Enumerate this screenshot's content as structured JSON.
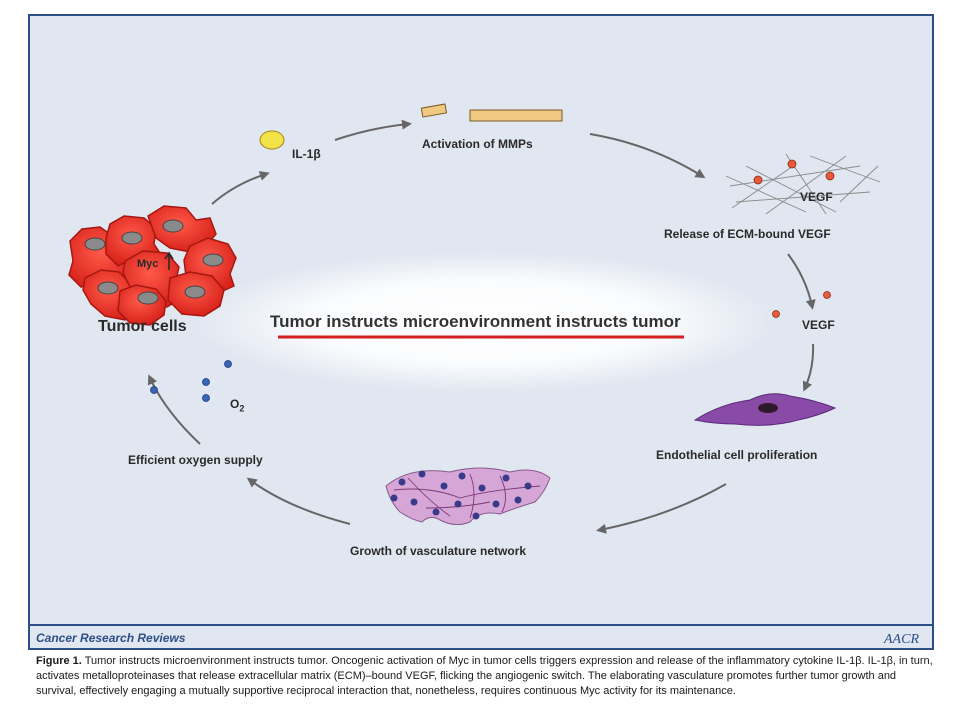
{
  "diagram": {
    "center_title": "Tumor instructs microenvironment instructs tumor",
    "nodes": {
      "tumor_cells": "Tumor cells",
      "myc": "Myc",
      "il1b": "IL-1β",
      "mmps": "Activation of MMPs",
      "vegf_matrix": "VEGF",
      "release_vegf": "Release of ECM-bound VEGF",
      "vegf_free": "VEGF",
      "endothelial": "Endothelial cell proliferation",
      "vasculature": "Growth of vasculature network",
      "oxygen": "Efficient oxygen supply",
      "o2": "O",
      "o2_sub": "2"
    },
    "colors": {
      "panel_bg": "#e1e7f1",
      "border": "#2d4e86",
      "tumor_red": "#e8322a",
      "title_underline": "#d42020",
      "endothelial_purple": "#8a4aa8",
      "vegf_dot": "#e85a3a",
      "oxygen_dot": "#3a64b8",
      "il1b_yellow": "#f2e24a"
    }
  },
  "footer": {
    "journal": "Cancer Research Reviews",
    "logo": "AACR"
  },
  "caption": {
    "label": "Figure 1.",
    "text": "Tumor instructs microenvironment instructs tumor. Oncogenic activation of Myc in tumor cells triggers expression and release of the inflammatory cytokine IL-1β. IL-1β, in turn, activates metalloproteinases that release extracellular matrix (ECM)–bound VEGF, flicking the angiogenic switch. The elaborating vasculature promotes further tumor growth and survival, effectively engaging a mutually supportive reciprocal interaction that, nonetheless, requires continuous Myc activity for its maintenance."
  }
}
